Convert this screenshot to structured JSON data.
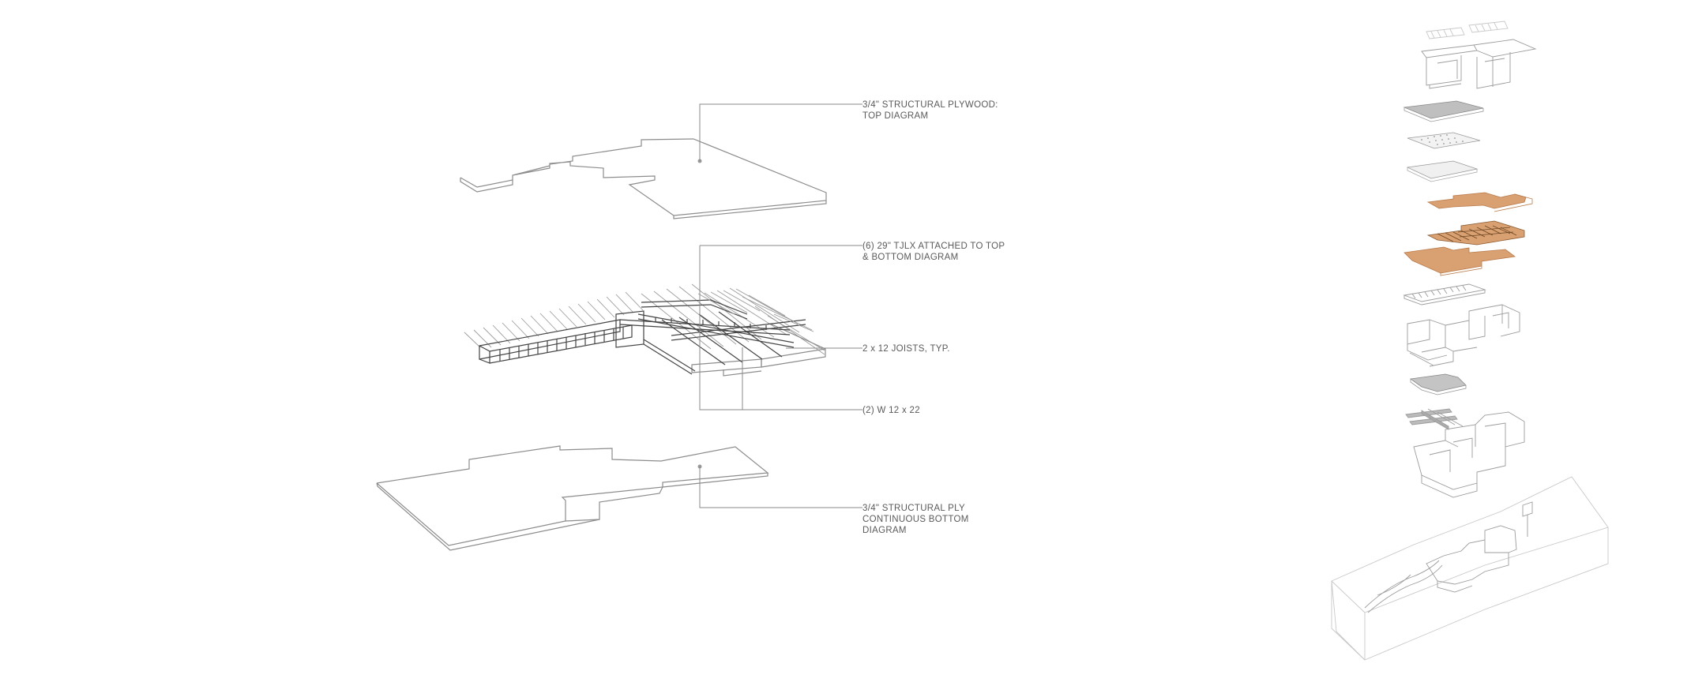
{
  "callouts": [
    {
      "line1": "3/4\" STRUCTURAL PLYWOOD:",
      "line2": "TOP DIAGRAM",
      "line3": ""
    },
    {
      "line1": "(6) 29\" TJLX ATTACHED TO TOP",
      "line2": "& BOTTOM DIAGRAM",
      "line3": ""
    },
    {
      "line1": "2 x 12 JOISTS, TYP.",
      "line2": "",
      "line3": ""
    },
    {
      "line1": "(2) W 12 x 22",
      "line2": "",
      "line3": ""
    },
    {
      "line1": "3/4\" STRUCTURAL PLY",
      "line2": "CONTINUOUS BOTTOM",
      "line3": "DIAGRAM"
    }
  ],
  "colors": {
    "wood_fill": "#d9a072",
    "wood_stroke": "#b97a4a",
    "line": "#8c8c8c",
    "text": "#5a5a5a"
  }
}
